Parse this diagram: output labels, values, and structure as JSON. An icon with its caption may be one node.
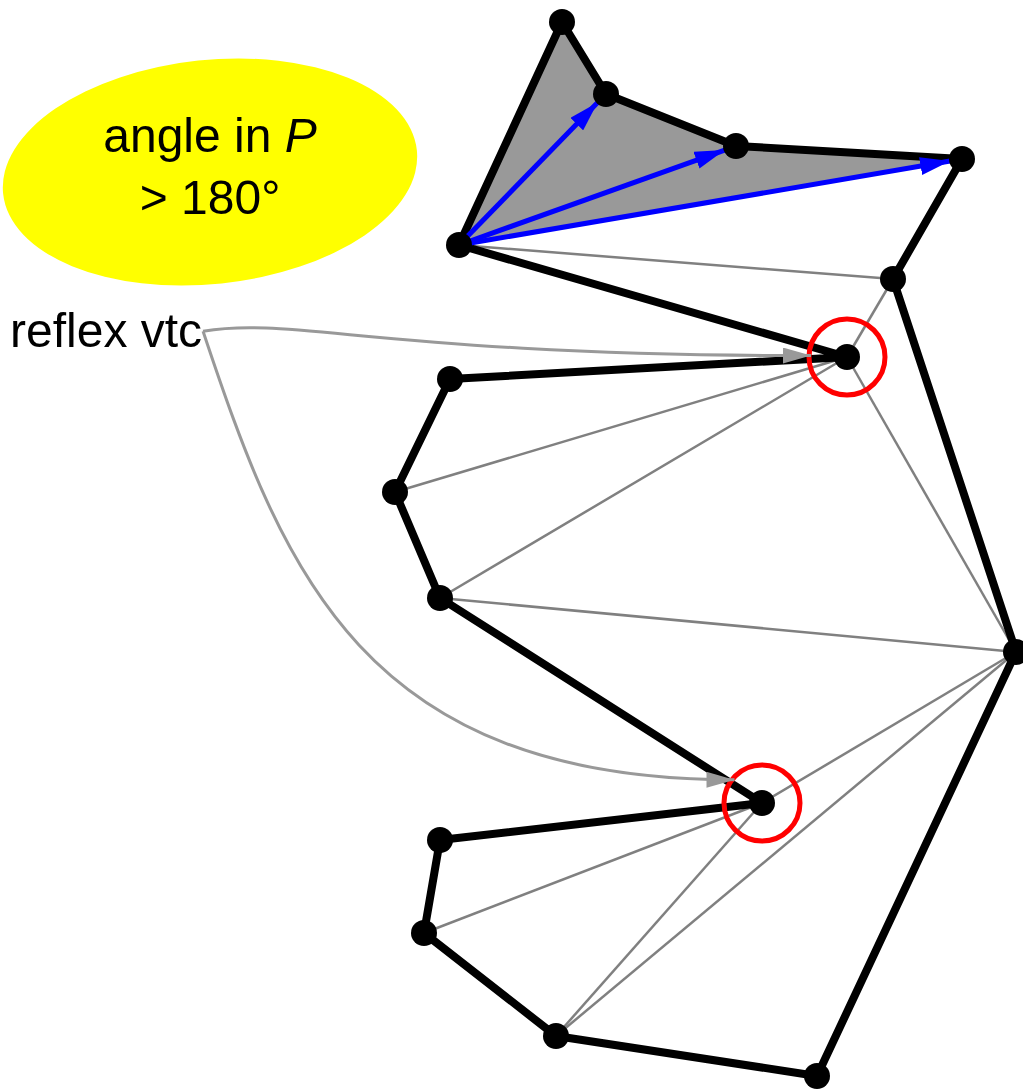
{
  "diagram": {
    "nodes": [
      {
        "text": [
          "angle in *P* > 180°"
        ]
      },
      {
        "text": [
          "reflex vtc"
        ]
      },
      {
        "text": [],
        "shape": "circle"
      },
      {
        "text": [],
        "shape": "circle"
      }
    ],
    "edges": [
      {
        "from": 1,
        "to": 2,
        "arrow": "to"
      },
      {
        "from": 1,
        "to": 3,
        "arrow": "to"
      }
    ]
  }
}
